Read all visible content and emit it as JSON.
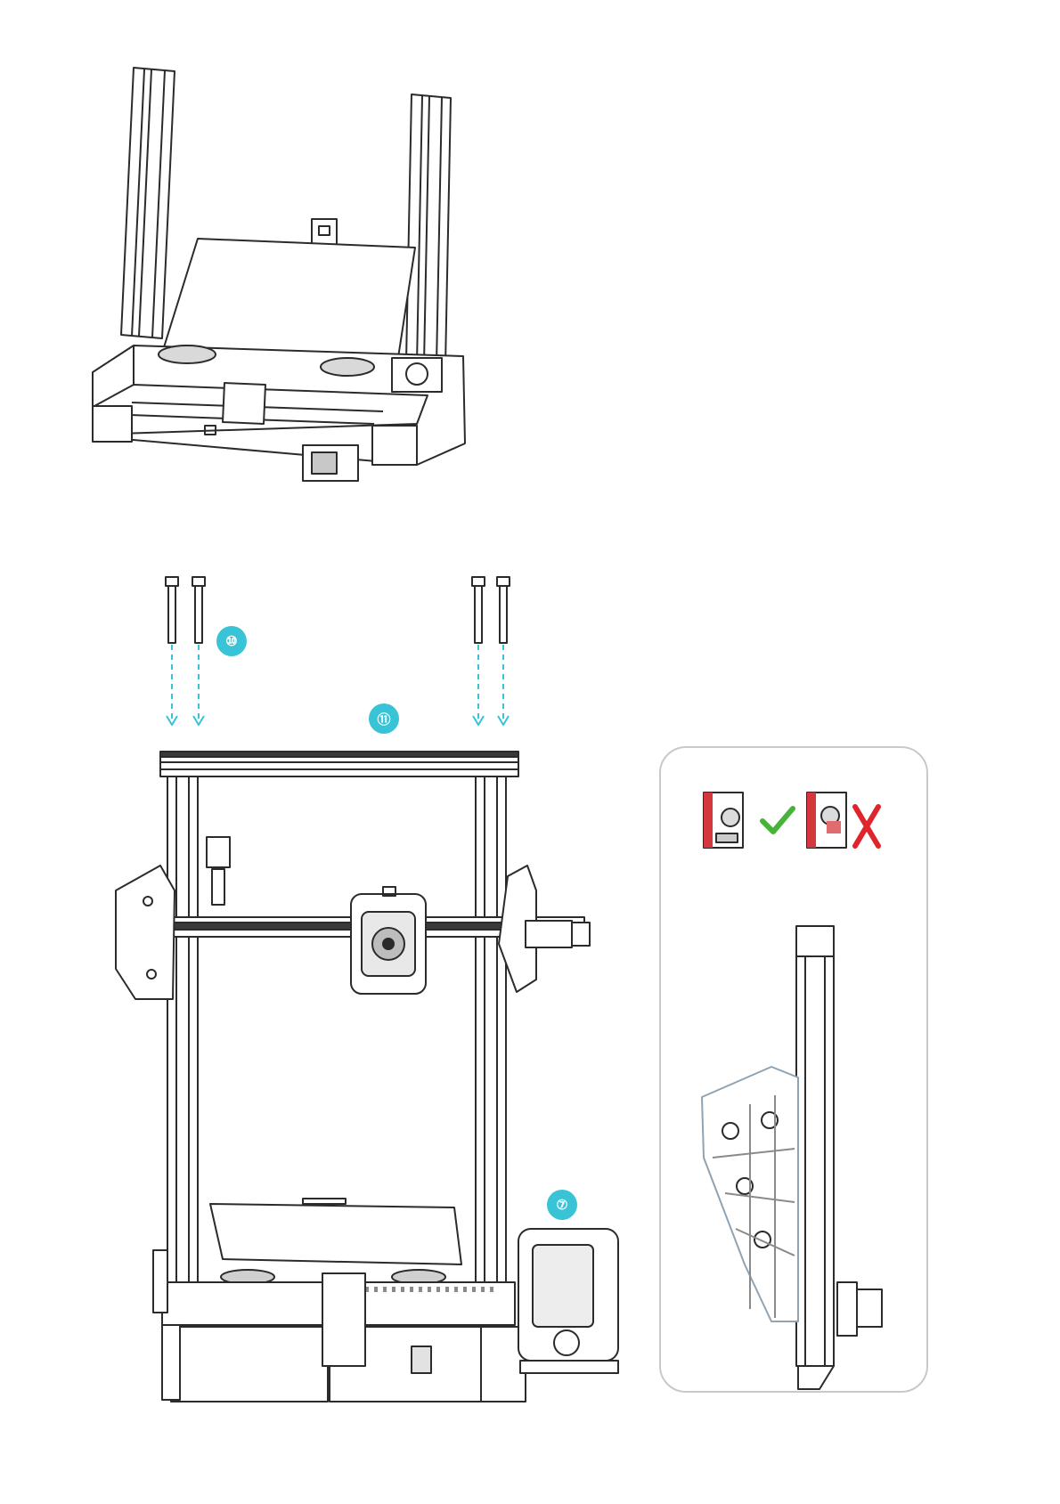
{
  "colors": {
    "line": "#2b2b2b",
    "light_line": "#8a8a8a",
    "callout": "#38c3d6",
    "check": "#49b23a",
    "cross": "#e0242c",
    "highlight_red": "#d3383e"
  },
  "callouts": {
    "screws": "⑩",
    "gantry": "⑪",
    "display": "⑦"
  },
  "icons": {
    "correct": "check-icon",
    "incorrect": "cross-icon",
    "screw": "screw-icon"
  }
}
